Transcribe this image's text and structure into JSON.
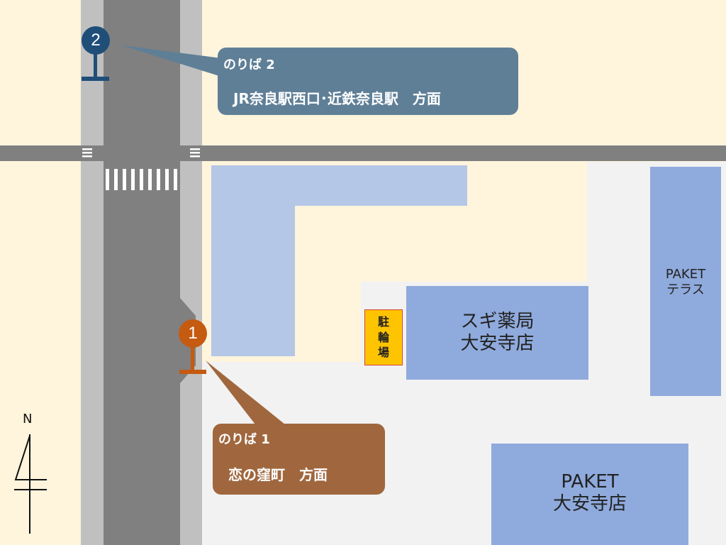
{
  "stops": [
    {
      "number": "2",
      "label": "のりば 2",
      "destination": "JR奈良駅西口･近鉄奈良駅　方面",
      "color": "#1f4e79",
      "callout_color": "#5f7f97"
    },
    {
      "number": "1",
      "label": "のりば 1",
      "destination": "恋の窪町　方面",
      "color": "#c55a11",
      "callout_color": "#a0673e"
    }
  ],
  "buildings": {
    "sugi": {
      "line1": "スギ薬局",
      "line2": "大安寺店"
    },
    "paket_terrace": {
      "line1": "PAKET",
      "line2": "テラス"
    },
    "paket": {
      "line1": "PAKET",
      "line2": "大安寺店"
    }
  },
  "bike_parking": [
    "駐",
    "輪",
    "場"
  ],
  "compass": {
    "label": "N"
  },
  "colors": {
    "background": "#fff4dc",
    "road": "#808080",
    "sidewalk": "#c0c0c0",
    "lot": "#f2f2f2",
    "building_light": "#b4c7e7",
    "building": "#8faadc",
    "bike_parking": "#ffc400"
  }
}
